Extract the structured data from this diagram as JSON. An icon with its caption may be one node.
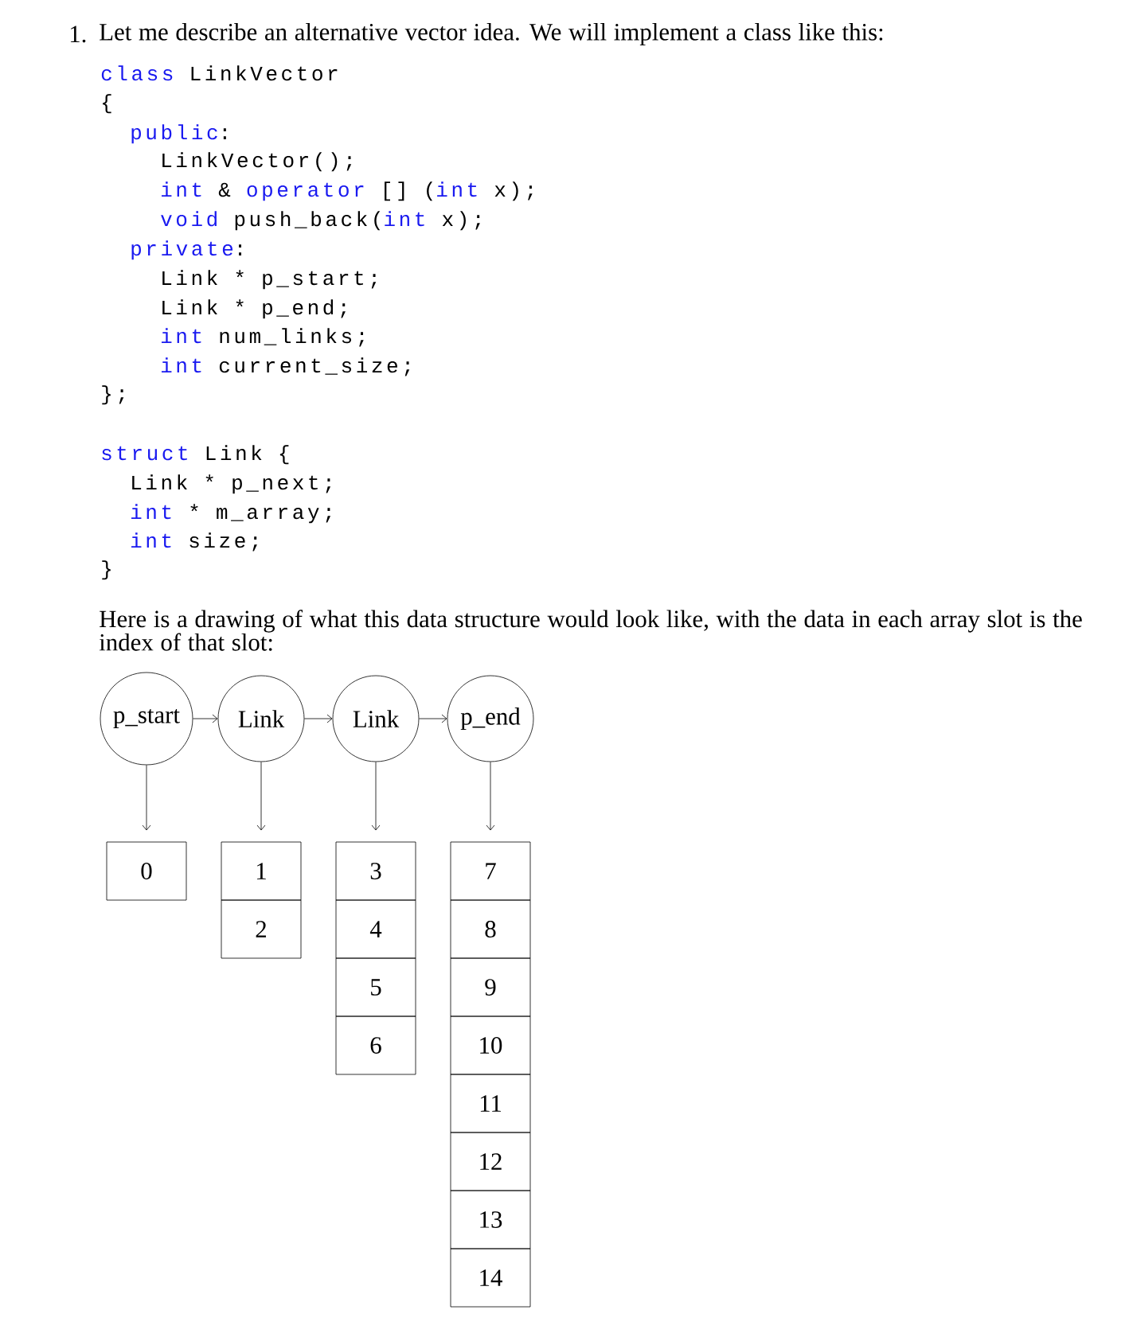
{
  "diagram": {
    "nodes": [
      {
        "text": [
          "p_start"
        ]
      },
      {
        "text": [
          "Link"
        ]
      },
      {
        "text": [
          "Link"
        ]
      },
      {
        "text": [
          "p_end"
        ]
      },
      {
        "text": [
          "0"
        ]
      },
      {
        "text": [
          "1"
        ]
      },
      {
        "text": [
          "2"
        ]
      },
      {
        "text": [
          "3"
        ]
      },
      {
        "text": [
          "4"
        ]
      },
      {
        "text": [
          "5"
        ]
      },
      {
        "text": [
          "6"
        ]
      },
      {
        "text": [
          "7"
        ]
      },
      {
        "text": [
          "8"
        ]
      },
      {
        "text": [
          "9"
        ]
      },
      {
        "text": [
          "10"
        ]
      },
      {
        "text": [
          "11"
        ]
      },
      {
        "text": [
          "12"
        ]
      },
      {
        "text": [
          "13"
        ]
      },
      {
        "text": [
          "14"
        ]
      }
    ],
    "edges": [
      {
        "from": 0,
        "to": 1,
        "arrow": "to"
      },
      {
        "from": 1,
        "to": 2,
        "arrow": "to"
      },
      {
        "from": 2,
        "to": 3,
        "arrow": "to"
      },
      {
        "from": 0,
        "to": 4,
        "arrow": "to"
      },
      {
        "from": 1,
        "to": 5,
        "arrow": "to"
      },
      {
        "from": 2,
        "to": 7,
        "arrow": "to"
      },
      {
        "from": 3,
        "to": 11,
        "arrow": "to"
      }
    ],
    "labels": [
      "1.",
      "Let me describe an alternative vector idea. We will implement a class like this:",
      "class",
      "LinkVector",
      "{",
      "public",
      ":",
      "LinkVector();",
      "int",
      "&",
      "operator",
      "[]",
      "(",
      "int",
      "x);",
      "void",
      "push_back(",
      "int",
      "x);",
      "private",
      ":",
      "Link * p_start;",
      "Link * p_end;",
      "int",
      "num_links;",
      "int",
      "current_size;",
      "};",
      "struct",
      "Link {",
      "Link * p_next;",
      "int",
      "* m_array;",
      "int",
      "size;",
      "}",
      "Here is a drawing of what this data structure would look like, with the data in each array slot is the index of that slot:"
    ]
  }
}
